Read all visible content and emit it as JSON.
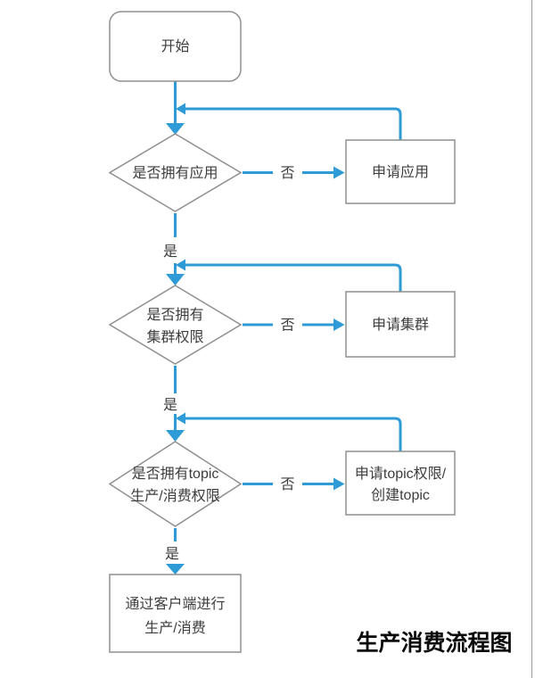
{
  "diagram": {
    "title": "生产消费流程图"
  },
  "colors": {
    "connector_blue": "#2E9BD6",
    "shape_border_gray": "#8F8F8F",
    "node_text": "#3D3D3D",
    "title_black": "#0A0A0A",
    "background": "#FFFFFF"
  },
  "labels": {
    "yes": "是",
    "no": "否"
  },
  "nodes": {
    "start": {
      "label": "开始"
    },
    "decision_app": {
      "label": "是否拥有应用"
    },
    "apply_app": {
      "label": "申请应用"
    },
    "decision_cluster": {
      "line1": "是否拥有",
      "line2": "集群权限"
    },
    "apply_cluster": {
      "label": "申请集群"
    },
    "decision_topic": {
      "line1": "是否拥有topic",
      "line2": "生产/消费权限"
    },
    "apply_topic": {
      "line1": "申请topic权限/",
      "line2": "创建topic"
    },
    "produce_consume": {
      "line1": "通过客户端进行",
      "line2": "生产/消费"
    }
  }
}
